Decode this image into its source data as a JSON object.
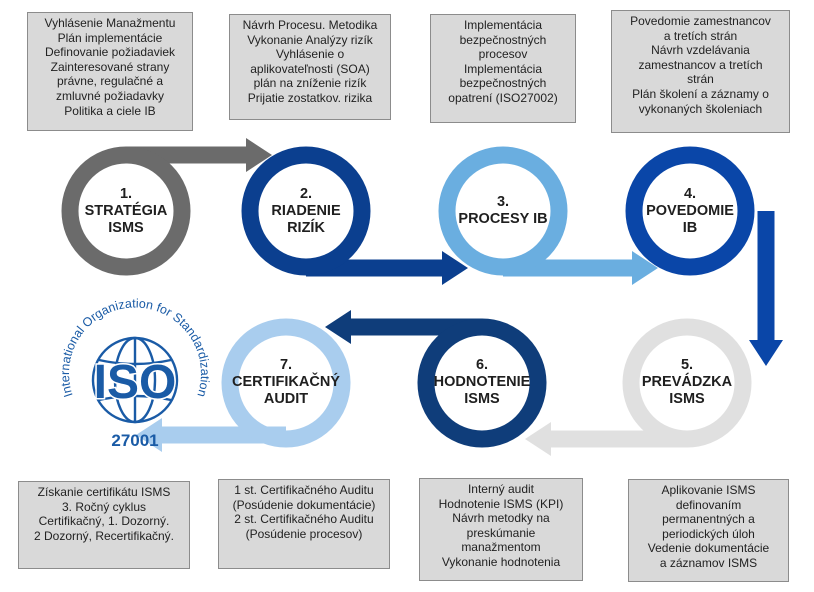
{
  "colors": {
    "gray": "#6b6b6b",
    "dark_blue": "#0b3f8f",
    "light_blue": "#6aaee0",
    "deep_blue": "#0a46a8",
    "light_gray": "#e0e0e0",
    "navy": "#0f3d7a",
    "pale_blue": "#a9cdee",
    "iso_blue": "#1a5ba6"
  },
  "steps": [
    {
      "number": "1.",
      "lines": [
        "STRATÉGIA",
        "ISMS"
      ]
    },
    {
      "number": "2.",
      "lines": [
        "RIADENIE",
        "RIZÍK"
      ]
    },
    {
      "number": "3.",
      "lines": [
        "PROCESY IB"
      ]
    },
    {
      "number": "4.",
      "lines": [
        "POVEDOMIE",
        "IB"
      ]
    },
    {
      "number": "5.",
      "lines": [
        "PREVÁDZKA",
        "ISMS"
      ]
    },
    {
      "number": "6.",
      "lines": [
        "HODNOTENIE",
        "ISMS"
      ]
    },
    {
      "number": "7.",
      "lines": [
        "CERTIFIKAČNÝ",
        "AUDIT"
      ]
    }
  ],
  "boxes": [
    {
      "lines": [
        "Vyhlásenie Manažmentu",
        "Plán implementácie",
        "Definovanie požiadaviek",
        "Zainteresované strany",
        "právne, regulačné a",
        "zmluvné požiadavky",
        "Politika a ciele IB"
      ]
    },
    {
      "lines": [
        "Návrh Procesu. Metodika",
        "Vykonanie Analýzy rizík",
        "Vyhlásenie o",
        "aplikovateľnosti  (SOA)",
        "plán na zníženie rizík",
        "Prijatie zostatkov. rizika"
      ]
    },
    {
      "lines": [
        "Implementácia",
        "bezpečnostných",
        "procesov",
        "Implementácia",
        "bezpečnostných",
        "opatrení (ISO27002)"
      ]
    },
    {
      "lines": [
        "Povedomie zamestnancov",
        "a tretích strán",
        "Návrh vzdelávania",
        "zamestnancov a tretích",
        "strán",
        "Plán školení a záznamy o",
        "vykonaných školeniach"
      ]
    },
    {
      "lines": [
        "Aplikovanie ISMS",
        "definovaním",
        "permanentných a",
        "periodických úloh",
        "Vedenie  dokumentácie",
        "a záznamov ISMS"
      ]
    },
    {
      "lines": [
        "Interný audit",
        "Hodnotenie ISMS (KPI)",
        "Návrh metodky na",
        "preskúmanie",
        "manažmentom",
        "Vykonanie hodnotenia"
      ]
    },
    {
      "lines": [
        "1 st. Certifikačného Auditu",
        "(Posúdenie dokumentácie)",
        "2 st. Certifikačného Auditu",
        "(Posúdenie procesov)"
      ]
    },
    {
      "lines": [
        "Získanie certifikátu ISMS",
        "3. Ročný cyklus",
        "Certifikačný, 1. Dozorný.",
        "2 Dozorný, Recertifikačný."
      ]
    }
  ],
  "iso_logo": {
    "ring_text": "International Organization for Standardization",
    "acronym": "ISO",
    "standard": "27001"
  }
}
